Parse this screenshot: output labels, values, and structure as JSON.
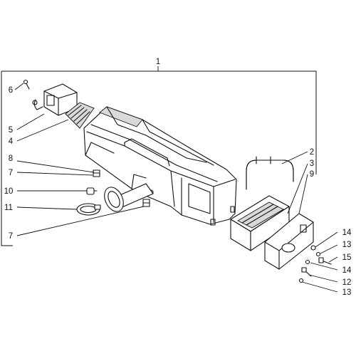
{
  "callouts": {
    "c1": "1",
    "c2": "2",
    "c3": "3",
    "c4": "4",
    "c5": "5",
    "c6": "6",
    "c7a": "7",
    "c7b": "7",
    "c8": "8",
    "c9": "9",
    "c10": "10",
    "c11": "11",
    "c12": "12",
    "c13a": "13",
    "c13b": "13",
    "c14a": "14",
    "c14b": "14",
    "c15": "15"
  }
}
